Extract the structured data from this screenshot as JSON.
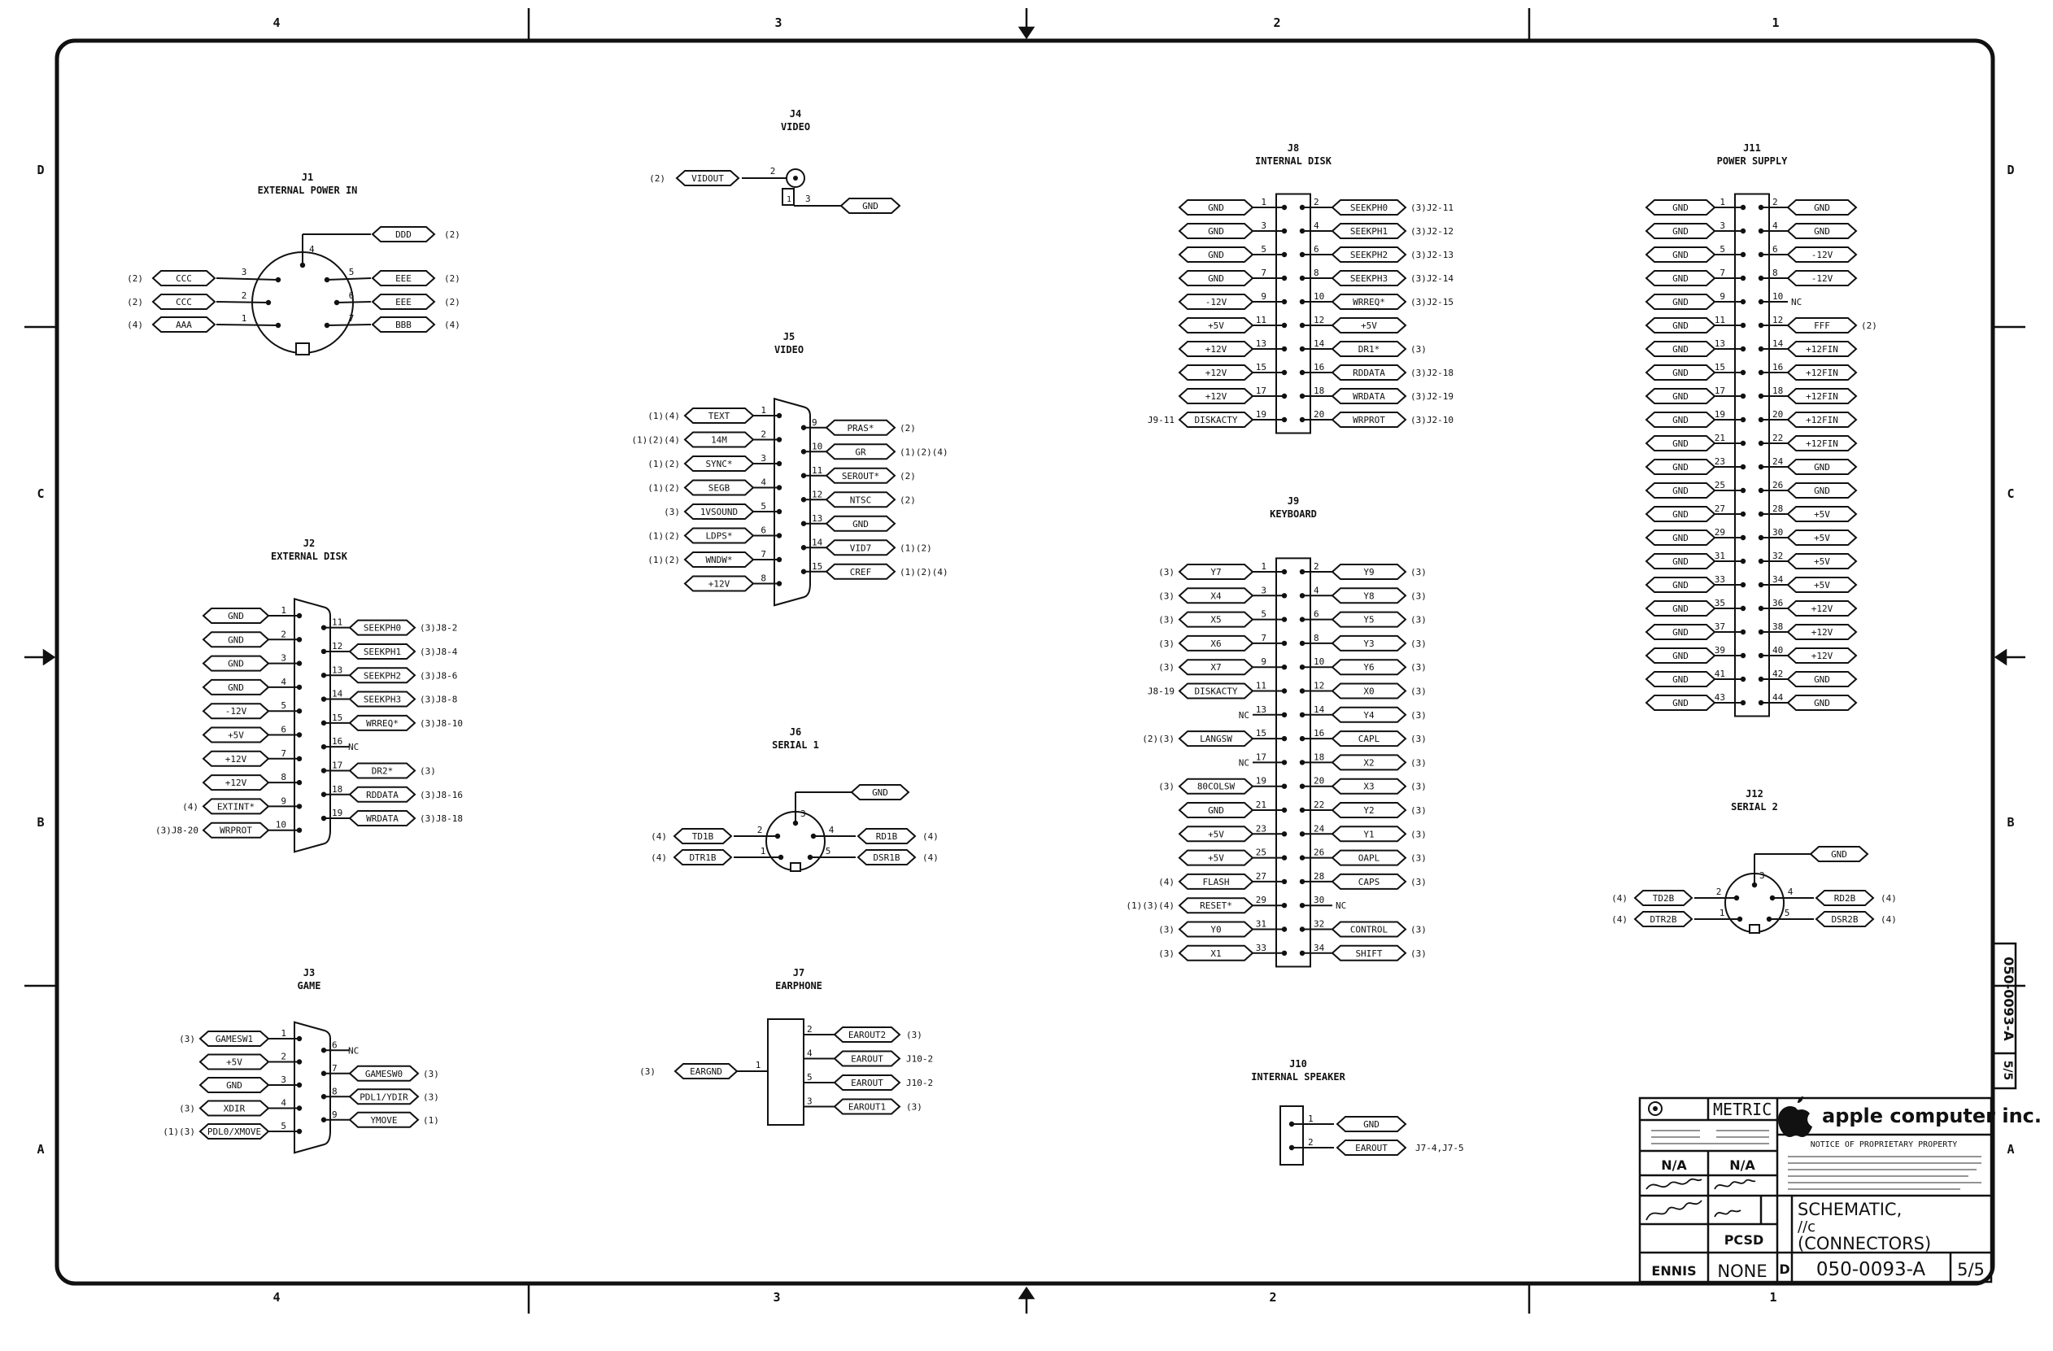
{
  "zones": {
    "top": [
      "4",
      "3",
      "2",
      "1"
    ],
    "bottom": [
      "4",
      "3",
      "2",
      "1"
    ],
    "left": [
      "D",
      "C",
      "B",
      "A"
    ],
    "right": [
      "D",
      "C",
      "B",
      "A"
    ]
  },
  "connectors": {
    "j1": {
      "ref": "J1",
      "title": "EXTERNAL POWER IN",
      "pins": [
        {
          "num": "4",
          "sig": "DDD",
          "ref": "(2)"
        },
        {
          "num": "3",
          "sig": "CCC",
          "ref": "(2)"
        },
        {
          "num": "2",
          "sig": "CCC",
          "ref": "(2)"
        },
        {
          "num": "1",
          "sig": "AAA",
          "ref": "(4)"
        },
        {
          "num": "5",
          "sig": "EEE",
          "ref": "(2)"
        },
        {
          "num": "6",
          "sig": "EEE",
          "ref": "(2)"
        },
        {
          "num": "7",
          "sig": "BBB",
          "ref": "(4)"
        }
      ]
    },
    "j2": {
      "ref": "J2",
      "title": "EXTERNAL DISK",
      "left": [
        {
          "num": "1",
          "sig": "GND",
          "ref": ""
        },
        {
          "num": "2",
          "sig": "GND",
          "ref": ""
        },
        {
          "num": "3",
          "sig": "GND",
          "ref": ""
        },
        {
          "num": "4",
          "sig": "GND",
          "ref": ""
        },
        {
          "num": "5",
          "sig": "-12V",
          "ref": ""
        },
        {
          "num": "6",
          "sig": "+5V",
          "ref": ""
        },
        {
          "num": "7",
          "sig": "+12V",
          "ref": ""
        },
        {
          "num": "8",
          "sig": "+12V",
          "ref": ""
        },
        {
          "num": "9",
          "sig": "EXTINT*",
          "ref": "(4)"
        },
        {
          "num": "10",
          "sig": "WRPROT",
          "ref": "(3)J8-20"
        }
      ],
      "right": [
        {
          "num": "11",
          "sig": "SEEKPH0",
          "ref": "(3)J8-2"
        },
        {
          "num": "12",
          "sig": "SEEKPH1",
          "ref": "(3)J8-4"
        },
        {
          "num": "13",
          "sig": "SEEKPH2",
          "ref": "(3)J8-6"
        },
        {
          "num": "14",
          "sig": "SEEKPH3",
          "ref": "(3)J8-8"
        },
        {
          "num": "15",
          "sig": "WRREQ*",
          "ref": "(3)J8-10"
        },
        {
          "num": "16",
          "sig": "",
          "ref": "",
          "nc": "NC"
        },
        {
          "num": "17",
          "sig": "DR2*",
          "ref": "(3)"
        },
        {
          "num": "18",
          "sig": "RDDATA",
          "ref": "(3)J8-16"
        },
        {
          "num": "19",
          "sig": "WRDATA",
          "ref": "(3)J8-18"
        }
      ]
    },
    "j3": {
      "ref": "J3",
      "title": "GAME",
      "left": [
        {
          "num": "1",
          "sig": "GAMESW1",
          "ref": "(3)"
        },
        {
          "num": "2",
          "sig": "+5V",
          "ref": ""
        },
        {
          "num": "3",
          "sig": "GND",
          "ref": ""
        },
        {
          "num": "4",
          "sig": "XDIR",
          "ref": "(3)"
        },
        {
          "num": "5",
          "sig": "PDL0/XMOVE",
          "ref": "(1)(3)"
        }
      ],
      "right": [
        {
          "num": "6",
          "sig": "",
          "ref": "",
          "nc": "NC"
        },
        {
          "num": "7",
          "sig": "GAMESW0",
          "ref": "(3)"
        },
        {
          "num": "8",
          "sig": "PDL1/YDIR",
          "ref": "(3)"
        },
        {
          "num": "9",
          "sig": "YMOVE",
          "ref": "(1)"
        }
      ]
    },
    "j4": {
      "ref": "J4",
      "title": "VIDEO",
      "pins": [
        {
          "num": "2",
          "sig": "VIDOUT",
          "ref": "(2)"
        },
        {
          "num": "3",
          "sig": "GND",
          "ref": ""
        }
      ],
      "extra": "1"
    },
    "j5": {
      "ref": "J5",
      "title": "VIDEO",
      "left": [
        {
          "num": "1",
          "sig": "TEXT",
          "ref": "(1)(4)"
        },
        {
          "num": "2",
          "sig": "14M",
          "ref": "(1)(2)(4)"
        },
        {
          "num": "3",
          "sig": "SYNC*",
          "ref": "(1)(2)"
        },
        {
          "num": "4",
          "sig": "SEGB",
          "ref": "(1)(2)"
        },
        {
          "num": "5",
          "sig": "1VSOUND",
          "ref": "(3)"
        },
        {
          "num": "6",
          "sig": "LDPS*",
          "ref": "(1)(2)"
        },
        {
          "num": "7",
          "sig": "WNDW*",
          "ref": "(1)(2)"
        },
        {
          "num": "8",
          "sig": "+12V",
          "ref": ""
        }
      ],
      "right": [
        {
          "num": "9",
          "sig": "PRAS*",
          "ref": "(2)"
        },
        {
          "num": "10",
          "sig": "GR",
          "ref": "(1)(2)(4)"
        },
        {
          "num": "11",
          "sig": "SEROUT*",
          "ref": "(2)"
        },
        {
          "num": "12",
          "sig": "NTSC",
          "ref": "(2)"
        },
        {
          "num": "13",
          "sig": "GND",
          "ref": ""
        },
        {
          "num": "14",
          "sig": "VID7",
          "ref": "(1)(2)"
        },
        {
          "num": "15",
          "sig": "CREF",
          "ref": "(1)(2)(4)"
        }
      ]
    },
    "j6": {
      "ref": "J6",
      "title": "SERIAL 1",
      "pins": [
        {
          "num": "3",
          "sig": "GND",
          "ref": ""
        },
        {
          "num": "2",
          "sig": "TD1B",
          "ref": "(4)"
        },
        {
          "num": "1",
          "sig": "DTR1B",
          "ref": "(4)"
        },
        {
          "num": "4",
          "sig": "RD1B",
          "ref": "(4)"
        },
        {
          "num": "5",
          "sig": "DSR1B",
          "ref": "(4)"
        }
      ]
    },
    "j7": {
      "ref": "J7",
      "title": "EARPHONE",
      "left": [
        {
          "num": "1",
          "sig": "EARGND",
          "ref": "(3)"
        }
      ],
      "right": [
        {
          "num": "2",
          "sig": "EAROUT2",
          "ref": "(3)"
        },
        {
          "num": "4",
          "sig": "EAROUT",
          "ref": "J10-2"
        },
        {
          "num": "5",
          "sig": "EAROUT",
          "ref": "J10-2"
        },
        {
          "num": "3",
          "sig": "EAROUT1",
          "ref": "(3)"
        }
      ]
    },
    "j8": {
      "ref": "J8",
      "title": "INTERNAL DISK",
      "left": [
        {
          "num": "1",
          "sig": "GND",
          "ref": ""
        },
        {
          "num": "3",
          "sig": "GND",
          "ref": ""
        },
        {
          "num": "5",
          "sig": "GND",
          "ref": ""
        },
        {
          "num": "7",
          "sig": "GND",
          "ref": ""
        },
        {
          "num": "9",
          "sig": "-12V",
          "ref": ""
        },
        {
          "num": "11",
          "sig": "+5V",
          "ref": ""
        },
        {
          "num": "13",
          "sig": "+12V",
          "ref": ""
        },
        {
          "num": "15",
          "sig": "+12V",
          "ref": ""
        },
        {
          "num": "17",
          "sig": "+12V",
          "ref": ""
        },
        {
          "num": "19",
          "sig": "DISKACTY",
          "ref": "J9-11"
        }
      ],
      "right": [
        {
          "num": "2",
          "sig": "SEEKPH0",
          "ref": "(3)J2-11"
        },
        {
          "num": "4",
          "sig": "SEEKPH1",
          "ref": "(3)J2-12"
        },
        {
          "num": "6",
          "sig": "SEEKPH2",
          "ref": "(3)J2-13"
        },
        {
          "num": "8",
          "sig": "SEEKPH3",
          "ref": "(3)J2-14"
        },
        {
          "num": "10",
          "sig": "WRREQ*",
          "ref": "(3)J2-15"
        },
        {
          "num": "12",
          "sig": "+5V",
          "ref": ""
        },
        {
          "num": "14",
          "sig": "DR1*",
          "ref": "(3)"
        },
        {
          "num": "16",
          "sig": "RDDATA",
          "ref": "(3)J2-18"
        },
        {
          "num": "18",
          "sig": "WRDATA",
          "ref": "(3)J2-19"
        },
        {
          "num": "20",
          "sig": "WRPROT",
          "ref": "(3)J2-10"
        }
      ]
    },
    "j9": {
      "ref": "J9",
      "title": "KEYBOARD",
      "left": [
        {
          "num": "1",
          "sig": "Y7",
          "ref": "(3)"
        },
        {
          "num": "3",
          "sig": "X4",
          "ref": "(3)"
        },
        {
          "num": "5",
          "sig": "X5",
          "ref": "(3)"
        },
        {
          "num": "7",
          "sig": "X6",
          "ref": "(3)"
        },
        {
          "num": "9",
          "sig": "X7",
          "ref": "(3)"
        },
        {
          "num": "11",
          "sig": "DISKACTY",
          "ref": "J8-19"
        },
        {
          "num": "13",
          "sig": "",
          "ref": "",
          "nc": "NC"
        },
        {
          "num": "15",
          "sig": "LANGSW",
          "ref": "(2)(3)"
        },
        {
          "num": "17",
          "sig": "",
          "ref": "",
          "nc": "NC"
        },
        {
          "num": "19",
          "sig": "80COLSW",
          "ref": "(3)"
        },
        {
          "num": "21",
          "sig": "GND",
          "ref": ""
        },
        {
          "num": "23",
          "sig": "+5V",
          "ref": ""
        },
        {
          "num": "25",
          "sig": "+5V",
          "ref": ""
        },
        {
          "num": "27",
          "sig": "FLASH",
          "ref": "(4)"
        },
        {
          "num": "29",
          "sig": "RESET*",
          "ref": "(1)(3)(4)"
        },
        {
          "num": "31",
          "sig": "Y0",
          "ref": "(3)"
        },
        {
          "num": "33",
          "sig": "X1",
          "ref": "(3)"
        }
      ],
      "right": [
        {
          "num": "2",
          "sig": "Y9",
          "ref": "(3)"
        },
        {
          "num": "4",
          "sig": "Y8",
          "ref": "(3)"
        },
        {
          "num": "6",
          "sig": "Y5",
          "ref": "(3)"
        },
        {
          "num": "8",
          "sig": "Y3",
          "ref": "(3)"
        },
        {
          "num": "10",
          "sig": "Y6",
          "ref": "(3)"
        },
        {
          "num": "12",
          "sig": "X0",
          "ref": "(3)"
        },
        {
          "num": "14",
          "sig": "Y4",
          "ref": "(3)"
        },
        {
          "num": "16",
          "sig": "CAPL",
          "ref": "(3)"
        },
        {
          "num": "18",
          "sig": "X2",
          "ref": "(3)"
        },
        {
          "num": "20",
          "sig": "X3",
          "ref": "(3)"
        },
        {
          "num": "22",
          "sig": "Y2",
          "ref": "(3)"
        },
        {
          "num": "24",
          "sig": "Y1",
          "ref": "(3)"
        },
        {
          "num": "26",
          "sig": "OAPL",
          "ref": "(3)"
        },
        {
          "num": "28",
          "sig": "CAPS",
          "ref": "(3)"
        },
        {
          "num": "30",
          "sig": "",
          "ref": "",
          "nc": "NC"
        },
        {
          "num": "32",
          "sig": "CONTROL",
          "ref": "(3)"
        },
        {
          "num": "34",
          "sig": "SHIFT",
          "ref": "(3)"
        }
      ]
    },
    "j10": {
      "ref": "J10",
      "title": "INTERNAL SPEAKER",
      "right": [
        {
          "num": "1",
          "sig": "GND",
          "ref": ""
        },
        {
          "num": "2",
          "sig": "EAROUT",
          "ref": "J7-4,J7-5"
        }
      ]
    },
    "j11": {
      "ref": "J11",
      "title": "POWER SUPPLY",
      "left": [
        {
          "num": "1",
          "sig": "GND",
          "ref": ""
        },
        {
          "num": "3",
          "sig": "GND",
          "ref": ""
        },
        {
          "num": "5",
          "sig": "GND",
          "ref": ""
        },
        {
          "num": "7",
          "sig": "GND",
          "ref": ""
        },
        {
          "num": "9",
          "sig": "GND",
          "ref": ""
        },
        {
          "num": "11",
          "sig": "GND",
          "ref": ""
        },
        {
          "num": "13",
          "sig": "GND",
          "ref": ""
        },
        {
          "num": "15",
          "sig": "GND",
          "ref": ""
        },
        {
          "num": "17",
          "sig": "GND",
          "ref": ""
        },
        {
          "num": "19",
          "sig": "GND",
          "ref": ""
        },
        {
          "num": "21",
          "sig": "GND",
          "ref": ""
        },
        {
          "num": "23",
          "sig": "GND",
          "ref": ""
        },
        {
          "num": "25",
          "sig": "GND",
          "ref": ""
        },
        {
          "num": "27",
          "sig": "GND",
          "ref": ""
        },
        {
          "num": "29",
          "sig": "GND",
          "ref": ""
        },
        {
          "num": "31",
          "sig": "GND",
          "ref": ""
        },
        {
          "num": "33",
          "sig": "GND",
          "ref": ""
        },
        {
          "num": "35",
          "sig": "GND",
          "ref": ""
        },
        {
          "num": "37",
          "sig": "GND",
          "ref": ""
        },
        {
          "num": "39",
          "sig": "GND",
          "ref": ""
        },
        {
          "num": "41",
          "sig": "GND",
          "ref": ""
        },
        {
          "num": "43",
          "sig": "GND",
          "ref": ""
        }
      ],
      "right": [
        {
          "num": "2",
          "sig": "GND",
          "ref": ""
        },
        {
          "num": "4",
          "sig": "GND",
          "ref": ""
        },
        {
          "num": "6",
          "sig": "-12V",
          "ref": ""
        },
        {
          "num": "8",
          "sig": "-12V",
          "ref": ""
        },
        {
          "num": "10",
          "sig": "",
          "ref": "",
          "nc": "NC"
        },
        {
          "num": "12",
          "sig": "FFF",
          "ref": "(2)"
        },
        {
          "num": "14",
          "sig": "+12FIN",
          "ref": ""
        },
        {
          "num": "16",
          "sig": "+12FIN",
          "ref": ""
        },
        {
          "num": "18",
          "sig": "+12FIN",
          "ref": ""
        },
        {
          "num": "20",
          "sig": "+12FIN",
          "ref": ""
        },
        {
          "num": "22",
          "sig": "+12FIN",
          "ref": ""
        },
        {
          "num": "24",
          "sig": "GND",
          "ref": ""
        },
        {
          "num": "26",
          "sig": "GND",
          "ref": ""
        },
        {
          "num": "28",
          "sig": "+5V",
          "ref": ""
        },
        {
          "num": "30",
          "sig": "+5V",
          "ref": ""
        },
        {
          "num": "32",
          "sig": "+5V",
          "ref": ""
        },
        {
          "num": "34",
          "sig": "+5V",
          "ref": ""
        },
        {
          "num": "36",
          "sig": "+12V",
          "ref": ""
        },
        {
          "num": "38",
          "sig": "+12V",
          "ref": ""
        },
        {
          "num": "40",
          "sig": "+12V",
          "ref": ""
        },
        {
          "num": "42",
          "sig": "GND",
          "ref": ""
        },
        {
          "num": "44",
          "sig": "GND",
          "ref": ""
        }
      ]
    },
    "j12": {
      "ref": "J12",
      "title": "SERIAL 2",
      "pins": [
        {
          "num": "3",
          "sig": "GND",
          "ref": ""
        },
        {
          "num": "2",
          "sig": "TD2B",
          "ref": "(4)"
        },
        {
          "num": "1",
          "sig": "DTR2B",
          "ref": "(4)"
        },
        {
          "num": "4",
          "sig": "RD2B",
          "ref": "(4)"
        },
        {
          "num": "5",
          "sig": "DSR2B",
          "ref": "(4)"
        }
      ]
    }
  },
  "title_block": {
    "units": "METRIC",
    "company": "apple computer inc.",
    "notice_heading": "NOTICE OF PROPRIETARY PROPERTY",
    "na1": "N/A",
    "na2": "N/A",
    "group": "PCSD",
    "title_line1": "SCHEMATIC,",
    "title_line2": "//c",
    "title_line3": "(CONNECTORS)",
    "designer": "ENNIS",
    "scale": "NONE",
    "size": "D",
    "drawing_number": "050-0093-A",
    "sheet": "5/5",
    "side_number": "050-0093-A",
    "side_sheet": "5/5"
  },
  "colors": {
    "ink": "#111111",
    "paper": "#ffffff"
  }
}
